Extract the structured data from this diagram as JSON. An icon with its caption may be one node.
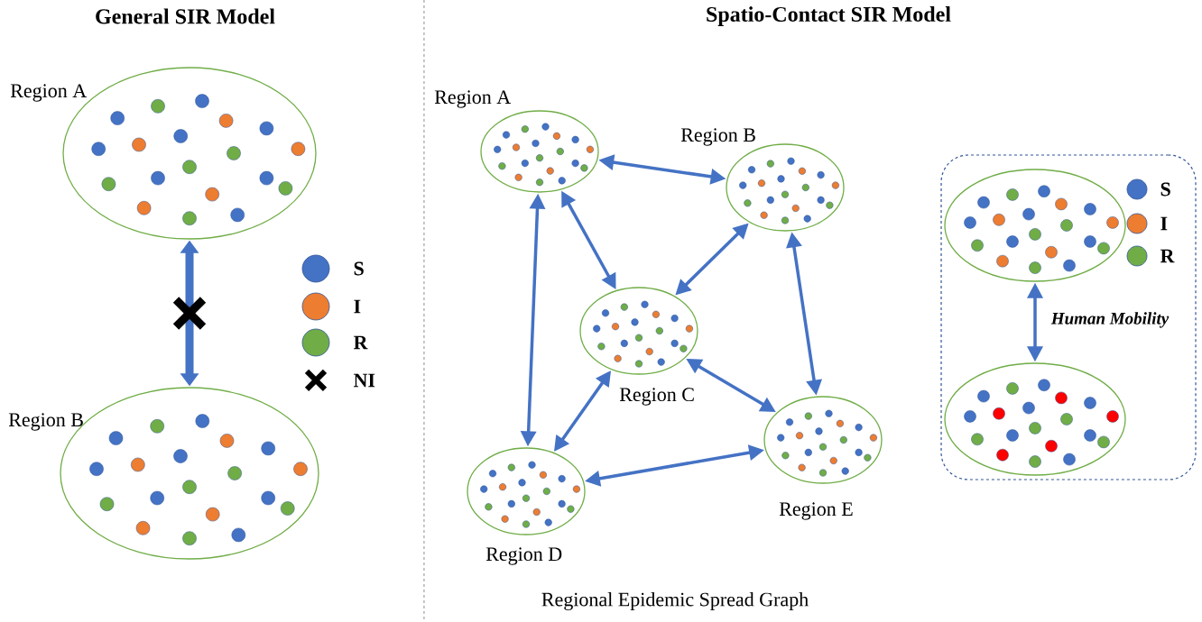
{
  "diagram": {
    "caption": "Regional Epidemic Spread Graph",
    "nodes": [
      {
        "text": [
          "Region A"
        ]
      },
      {
        "text": [
          "Region B"
        ]
      },
      {
        "text": [
          "Region A"
        ]
      },
      {
        "text": [
          "Region B"
        ]
      },
      {
        "text": [
          "Region C"
        ]
      },
      {
        "text": [
          "Region D"
        ]
      },
      {
        "text": [
          "Region E"
        ]
      },
      {
        "text": [],
        "shape": "box"
      },
      {
        "text": [],
        "shape": "ellipse",
        "in": 7
      },
      {
        "text": [],
        "shape": "ellipse",
        "in": 7
      }
    ],
    "edges": [
      {
        "from": 0,
        "to": 1,
        "arrow": "both",
        "style": "thick"
      },
      {
        "from": 2,
        "to": 3,
        "arrow": "both"
      },
      {
        "from": 2,
        "to": 4,
        "arrow": "both"
      },
      {
        "from": 2,
        "to": 5,
        "arrow": "both"
      },
      {
        "from": 3,
        "to": 4,
        "arrow": "both"
      },
      {
        "from": 3,
        "to": 6,
        "arrow": "both"
      },
      {
        "from": 4,
        "to": 6,
        "arrow": "both"
      },
      {
        "from": 4,
        "to": 5,
        "arrow": "both"
      },
      {
        "from": 5,
        "to": 6,
        "arrow": "both"
      },
      {
        "from": 8,
        "to": 9,
        "arrow": "both",
        "label": "Human Mobility"
      }
    ],
    "labels": [
      "General SIR Model",
      "Spatio-Contact SIR Model"
    ],
    "legend": [
      {
        "text": "S",
        "color": "#4472c4"
      },
      {
        "text": "I",
        "color": "#ed7d31"
      },
      {
        "text": "R",
        "color": "#70ad47"
      },
      {
        "text": "NI"
      },
      {
        "text": "S",
        "color": "#4472c4"
      },
      {
        "text": "I",
        "color": "#ed7d31"
      },
      {
        "text": "R",
        "color": "#70ad47"
      }
    ]
  }
}
